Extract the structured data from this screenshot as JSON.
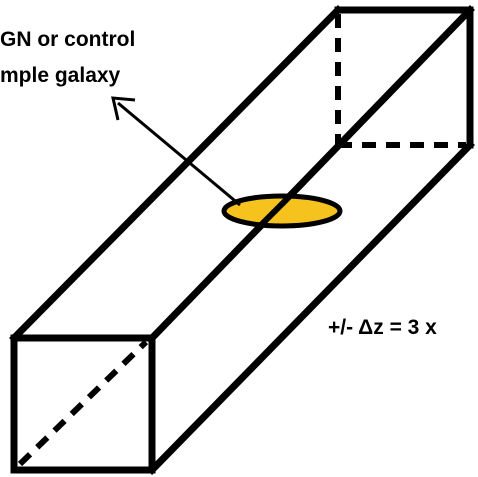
{
  "labels": {
    "sample_line1": "GN or control",
    "sample_line2": "mple galaxy",
    "redshift": "+/- Δz = 3 x"
  },
  "colors": {
    "stroke": "#000000",
    "galaxy_fill": "#f6c21d",
    "background": "#ffffff"
  }
}
